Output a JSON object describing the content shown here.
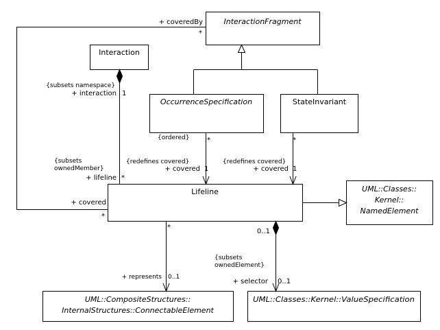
{
  "classes": {
    "interaction_fragment": "InteractionFragment",
    "interaction": "Interaction",
    "occurrence_specification": "OccurrenceSpecification",
    "state_invariant": "StateInvariant",
    "lifeline": "Lifeline",
    "named_element": [
      "UML::Classes::",
      "Kernel::",
      "NamedElement"
    ],
    "connectable_element": [
      "UML::CompositeStructures::",
      "InternalStructures::ConnectableElement"
    ],
    "value_specification": "UML::Classes::Kernel::ValueSpecification"
  },
  "labels": {
    "covered_by_role": "+ coveredBy",
    "covered_by_mult": "*",
    "interaction_subsets": "{subsets namespace}",
    "interaction_role": "+ interaction",
    "interaction_mult": "1",
    "lifeline_subsets_1": "{subsets",
    "lifeline_subsets_2": "ownedMember}",
    "lifeline_role": "+ lifeline",
    "lifeline_mult": "*",
    "occ_ordered": "{ordered}",
    "occ_star": "*",
    "occ_redefines": "{redefines covered}",
    "occ_covered_role": "+ covered",
    "occ_covered_mult": "1",
    "state_star": "*",
    "state_redefines": "{redefines covered}",
    "state_covered_role": "+ covered",
    "state_covered_mult": "1",
    "lifeline_covered_role": "+ covered",
    "lifeline_covered_mult": "*",
    "represents_star": "*",
    "represents_role": "+ represents",
    "represents_mult": "0..1",
    "selector_owner_mult": "0..1",
    "selector_subsets_1": "{subsets",
    "selector_subsets_2": "ownedElement}",
    "selector_role": "+ selector",
    "selector_mult": "0..1"
  }
}
